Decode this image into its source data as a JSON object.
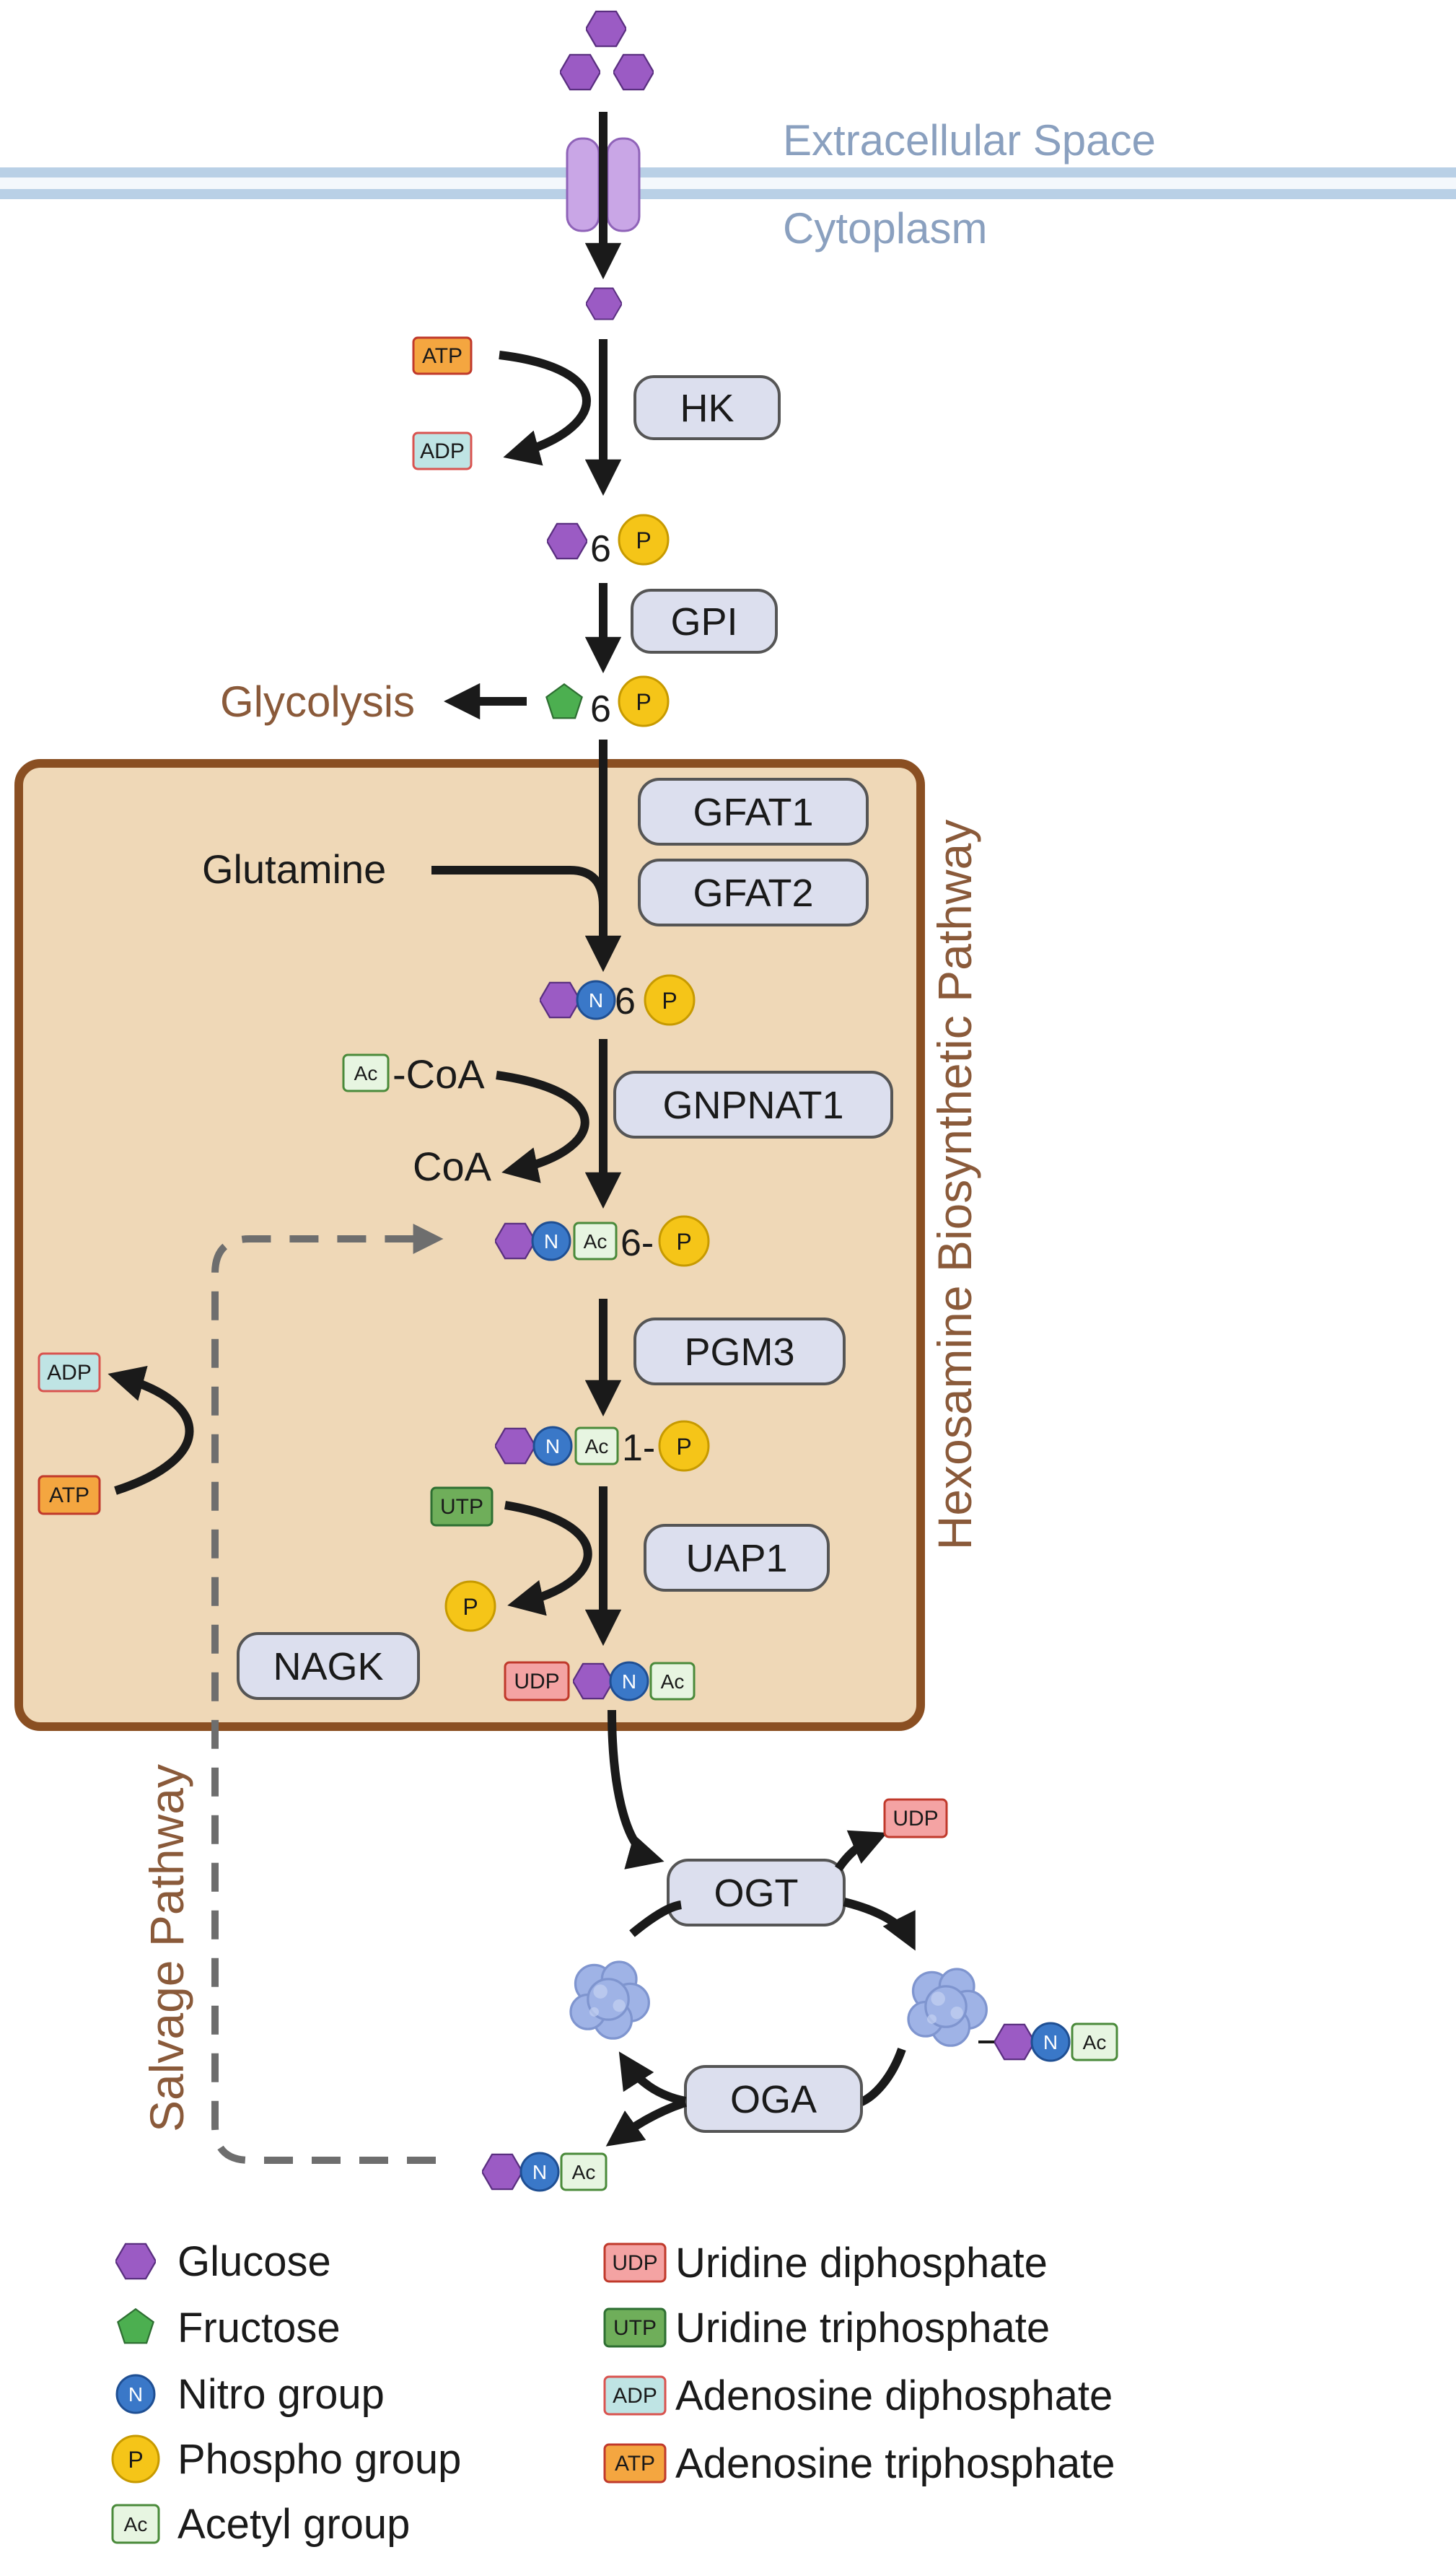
{
  "membrane": {
    "outside_label": "Extracellular Space",
    "inside_label": "Cytoplasm"
  },
  "enzymes": {
    "hk": "HK",
    "gpi": "GPI",
    "gfat1": "GFAT1",
    "gfat2": "GFAT2",
    "gnpnat1": "GNPNAT1",
    "pgm3": "PGM3",
    "uap1": "UAP1",
    "nagk": "NAGK",
    "ogt": "OGT",
    "oga": "OGA"
  },
  "labels": {
    "glycolysis": "Glycolysis",
    "glutamine": "Glutamine",
    "coa_out": "CoA",
    "acetyl_coa_suffix": "-CoA",
    "hbp_title": "Hexosamine Biosynthetic Pathway",
    "salvage_title": "Salvage Pathway",
    "pos6": "6",
    "pos6_dash": "6-",
    "pos1_dash": "1-"
  },
  "chips": {
    "atp": "ATP",
    "adp": "ADP",
    "utp": "UTP",
    "udp": "UDP",
    "ac": "Ac",
    "n": "N",
    "p": "P"
  },
  "legend": {
    "left": [
      {
        "icon": "glucose-hexagon",
        "label": "Glucose"
      },
      {
        "icon": "fructose-pentagon",
        "label": "Fructose"
      },
      {
        "icon": "nitro-circle",
        "label": "Nitro group"
      },
      {
        "icon": "phospho-circle",
        "label": "Phospho group"
      },
      {
        "icon": "acetyl-square",
        "label": "Acetyl group"
      }
    ],
    "right": [
      {
        "icon": "udp-chip",
        "label": "Uridine diphosphate"
      },
      {
        "icon": "utp-chip",
        "label": "Uridine triphosphate"
      },
      {
        "icon": "adp-chip",
        "label": "Adenosine diphosphate"
      },
      {
        "icon": "atp-chip",
        "label": "Adenosine triphosphate"
      }
    ]
  },
  "colors": {
    "glucose": "#9b5bc4",
    "fructose": "#4caf50",
    "nitro": "#3a78c8",
    "phospho": "#f5c518",
    "acetyl": "#e7f5e1",
    "udp": "#f4a3a3",
    "utp": "#6fae5a",
    "adp": "#bfe4e4",
    "atp": "#f4a640",
    "enzyme": "#dcdfee",
    "hbp_box": "#efd8b7",
    "hbp_border": "#8a4f22",
    "pathway_text": "#8a5a3a",
    "membrane": "#b9d0e6",
    "membrane_text": "#8aa0bf",
    "protein": "#9fb3e6"
  }
}
